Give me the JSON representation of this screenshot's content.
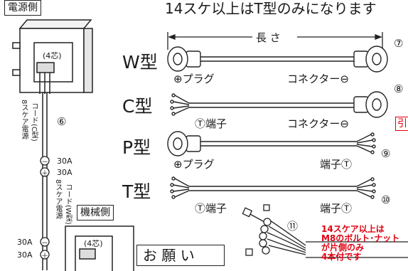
{
  "banner": "14スケ以上はT型のみになります",
  "side_left": {
    "power_side": "電源側",
    "machine_side": "機械側",
    "cores_top": "(4芯)",
    "cores_bottom": "(4芯)",
    "num_6": "⑥",
    "cord_top_line1": "8スケア電源",
    "cord_top_line2": "コード(C型)",
    "cord_bottom_line1": "8スケア電源",
    "cord_bottom_line2": "コード(W型)",
    "amp_minus": "30A",
    "amp_plus": "30A",
    "amp_minus_b": "30A",
    "amp_plus_b": "30A",
    "minus_sym": "－",
    "plus_sym": "＋"
  },
  "length_label": "長 さ",
  "types": [
    {
      "type": "W型",
      "left_label": "⊕プラグ",
      "right_label": "コネクター⊖",
      "num": "⑦"
    },
    {
      "type": "C型",
      "left_label": "Ⓣ端子",
      "right_label": "コネクター⊖",
      "num": "⑧"
    },
    {
      "type": "P型",
      "left_label": "⊕プラグ",
      "right_label": "端子Ⓣ",
      "num": "⑨"
    },
    {
      "type": "T型",
      "left_label": "Ⓣ端子",
      "right_label": "端子Ⓣ",
      "num": "⑩"
    }
  ],
  "side_char": "引",
  "num_11": "⑪",
  "note_lines": [
    "14スケア以上は",
    "M8のボルト･ナット",
    "が片側のみ",
    "4本付です"
  ],
  "request_box": "お 願 い",
  "colors": {
    "red": "#e00010",
    "line": "#222222"
  }
}
